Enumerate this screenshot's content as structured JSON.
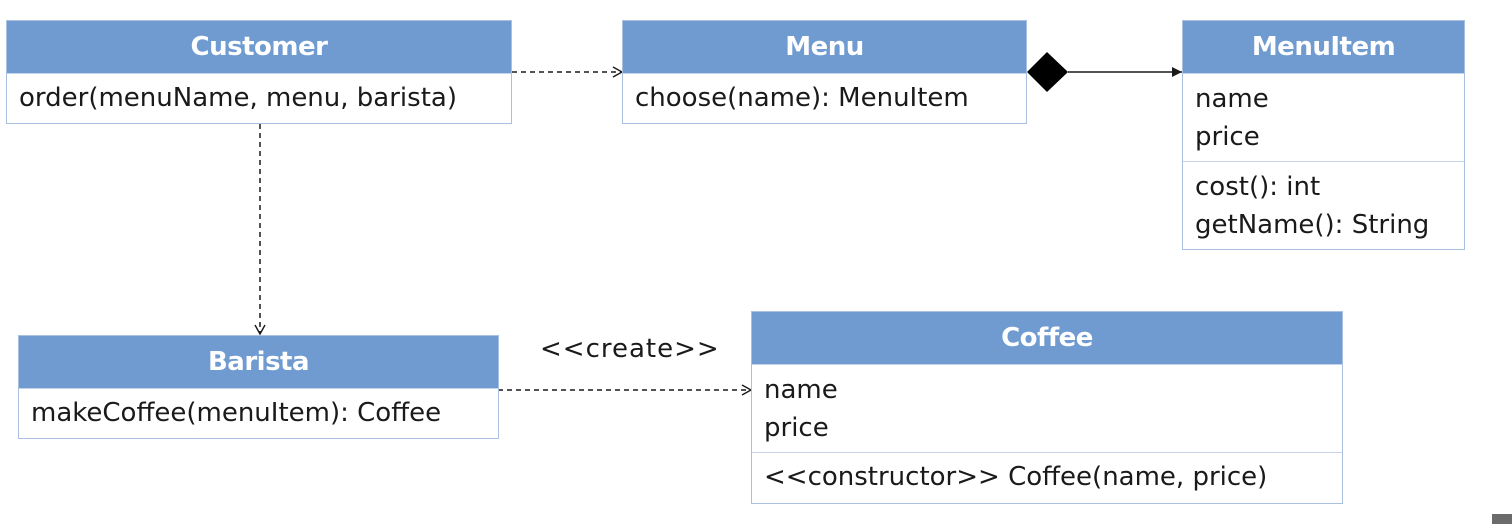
{
  "colors": {
    "header_fill": "#6f9bd1",
    "header_text": "#ffffff",
    "box_border": "#a9c0e0",
    "line": "#1a1a1a"
  },
  "classes": {
    "customer": {
      "name": "Customer",
      "methods": [
        "order(menuName, menu, barista)"
      ]
    },
    "menu": {
      "name": "Menu",
      "methods": [
        "choose(name): MenuItem"
      ]
    },
    "menuitem": {
      "name": "MenuItem",
      "attributes": [
        "name",
        "price"
      ],
      "methods": [
        "cost(): int",
        "getName(): String"
      ]
    },
    "barista": {
      "name": "Barista",
      "methods": [
        "makeCoffee(menuItem): Coffee"
      ]
    },
    "coffee": {
      "name": "Coffee",
      "attributes": [
        "name",
        "price"
      ],
      "methods": [
        "<<constructor>> Coffee(name, price)"
      ]
    }
  },
  "relations": {
    "create_label": "<<create>>"
  }
}
